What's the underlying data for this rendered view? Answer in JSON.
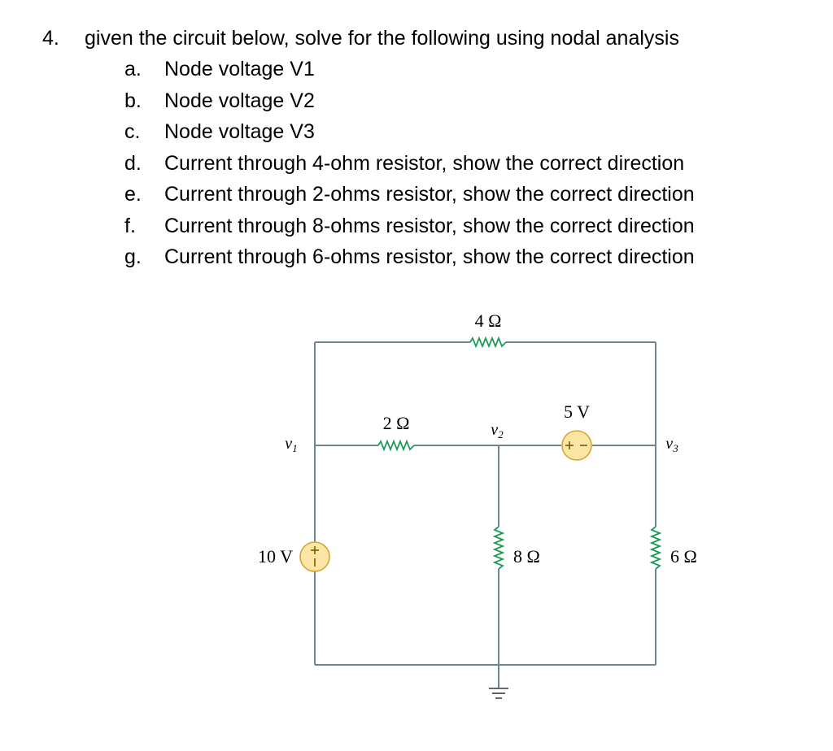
{
  "question": {
    "number": "4.",
    "text": "given the circuit below, solve for the following using nodal analysis",
    "items": [
      {
        "label": "a.",
        "text": "Node voltage V1"
      },
      {
        "label": "b.",
        "text": "Node voltage V2"
      },
      {
        "label": "c.",
        "text": "Node voltage V3"
      },
      {
        "label": "d.",
        "text": "Current through 4-ohm resistor, show the correct direction"
      },
      {
        "label": "e.",
        "text": "Current through 2-ohms resistor, show the correct direction"
      },
      {
        "label": "f.",
        "text": "Current through 8-ohms resistor, show the correct direction"
      },
      {
        "label": "g.",
        "text": "Current through 6-ohms resistor, show the correct direction"
      }
    ]
  },
  "circuit": {
    "r4_label": "4 Ω",
    "r2_label": "2 Ω",
    "r8_label": "8 Ω",
    "r6_label": "6 Ω",
    "vs5_label": "5 V",
    "vs10_label": "10 V",
    "v1_prefix": "v",
    "v1_sub": "1",
    "v2_prefix": "v",
    "v2_sub": "2",
    "v3_prefix": "v",
    "v3_sub": "3",
    "plus": "+",
    "minus": "−"
  }
}
